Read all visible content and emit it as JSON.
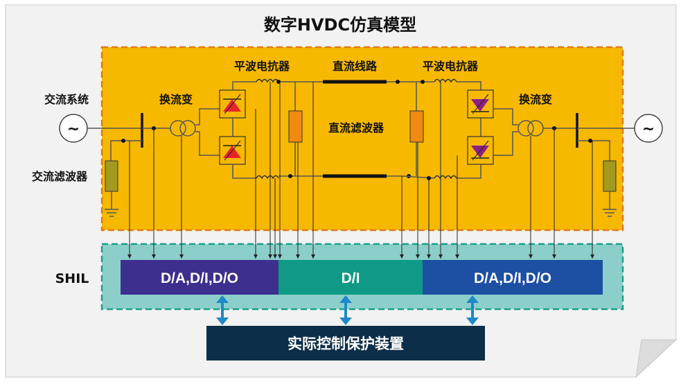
{
  "title": "数字HVDC仿真模型",
  "labels": {
    "ac_system": "交流系统",
    "ac_filter": "交流滤波器",
    "converter_transformer_left": "换流变",
    "converter_transformer_right": "换流变",
    "smoothing_reactor_left": "平波电抗器",
    "smoothing_reactor_right": "平波电抗器",
    "dc_line": "直流线路",
    "dc_filter": "直流滤波器",
    "shil": "SHIL",
    "ac_source_symbol_left": "~",
    "ac_source_symbol_right": "~"
  },
  "io_blocks": [
    {
      "label": "D/A,D/I,D/O",
      "color": "#3d2f8e"
    },
    {
      "label": "D/I",
      "color": "#0f9a86"
    },
    {
      "label": "D/A,D/I,D/O",
      "color": "#1d4fa3"
    }
  ],
  "control_box": {
    "label": "实际控制保护装置",
    "color": "#0c2e49"
  },
  "colors": {
    "model_area": "#f7b800",
    "model_border": "#e07a1a",
    "shil_area": "#8ccfca",
    "shil_border": "#1c9f8c",
    "thyristor_left": "#e8242b",
    "thyristor_right": "#8e1f86",
    "filter_element": "#f08a10",
    "ac_filter_element": "#a39a20",
    "arrow": "#1e88c9"
  }
}
